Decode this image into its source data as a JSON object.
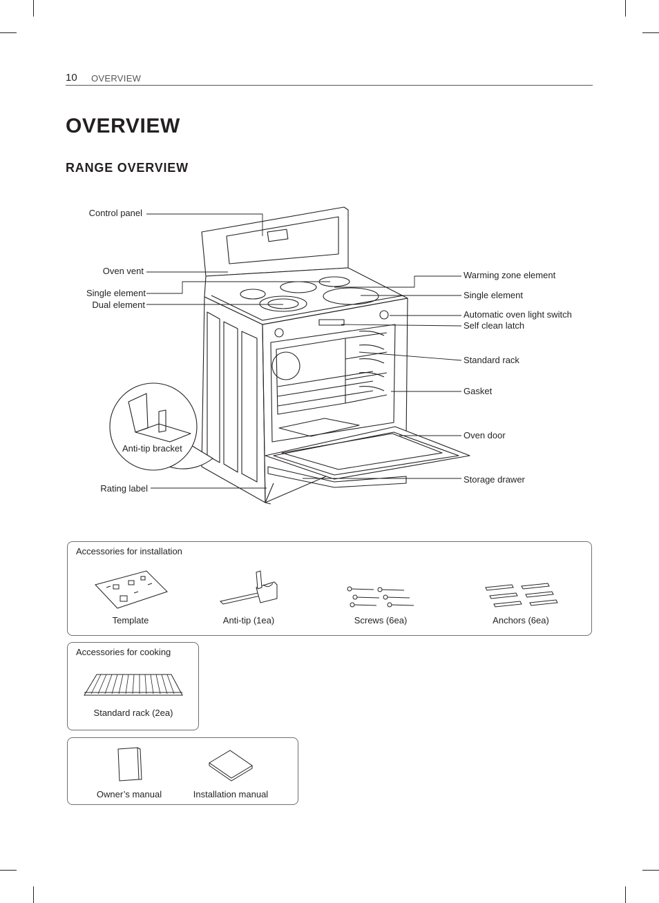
{
  "header": {
    "page_number": "10",
    "section": "OVERVIEW"
  },
  "title": "OVERVIEW",
  "subtitle": "RANGE OVERVIEW",
  "labels": {
    "control_panel": "Control panel",
    "oven_vent": "Oven vent",
    "single_element_left": "Single element",
    "dual_element": "Dual element",
    "anti_tip_bracket": "Anti-tip bracket",
    "rating_label": "Rating label",
    "warming_zone_element": "Warming zone element",
    "single_element_right": "Single element",
    "automatic_oven_light_switch": "Automatic oven light switch",
    "self_clean_latch": "Self clean latch",
    "standard_rack": "Standard rack",
    "gasket": "Gasket",
    "oven_door": "Oven door",
    "storage_drawer": "Storage drawer"
  },
  "accessories_installation": {
    "title": "Accessories for installation",
    "items": [
      {
        "label": "Template",
        "icon": "template-icon"
      },
      {
        "label": "Anti-tip (1ea)",
        "icon": "anti-tip-icon"
      },
      {
        "label": "Screws (6ea)",
        "icon": "screws-icon"
      },
      {
        "label": "Anchors (6ea)",
        "icon": "anchors-icon"
      }
    ]
  },
  "accessories_cooking": {
    "title": "Accessories for cooking",
    "items": [
      {
        "label": "Standard rack (2ea)",
        "icon": "rack-icon"
      }
    ]
  },
  "manuals": {
    "items": [
      {
        "label": "Owner’s manual",
        "icon": "owners-manual-icon"
      },
      {
        "label": "Installation manual",
        "icon": "installation-manual-icon"
      }
    ]
  }
}
